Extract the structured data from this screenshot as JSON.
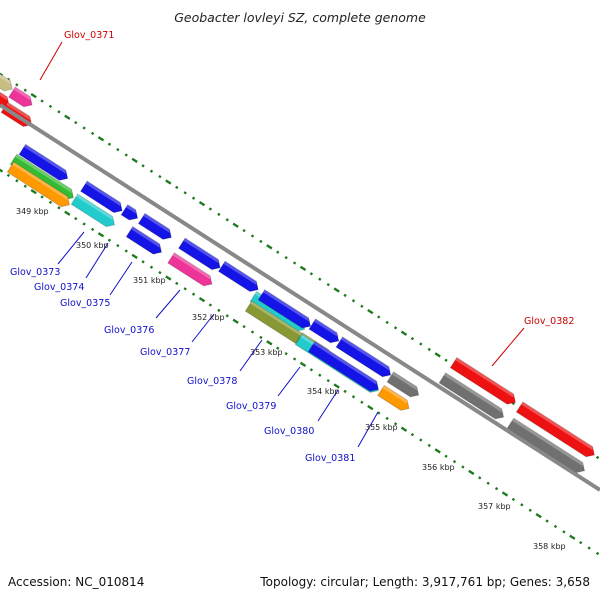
{
  "title": "Geobacter lovleyi SZ, complete genome",
  "footer": {
    "accession": "Accession: NC_010814",
    "topology": "Topology: circular; Length: 3,917,761 bp; Genes: 3,658"
  },
  "colors": {
    "backbone": "#888888",
    "tick": "#1e7a1e",
    "gene_label": "#1010cc",
    "highlight_label": "#cc0000",
    "scale_label": "#222222"
  },
  "scale_labels": [
    "349 kbp",
    "350 kbp",
    "351 kbp",
    "352 kbp",
    "353 kbp",
    "354 kbp",
    "355 kbp",
    "356 kbp",
    "357 kbp",
    "358 kbp"
  ],
  "gene_labels": [
    {
      "id": "glov-0371",
      "text": "Glov_0371",
      "highlight": true
    },
    {
      "id": "glov-0373",
      "text": "Glov_0373",
      "highlight": false
    },
    {
      "id": "glov-0374",
      "text": "Glov_0374",
      "highlight": false
    },
    {
      "id": "glov-0375",
      "text": "Glov_0375",
      "highlight": false
    },
    {
      "id": "glov-0376",
      "text": "Glov_0376",
      "highlight": false
    },
    {
      "id": "glov-0377",
      "text": "Glov_0377",
      "highlight": false
    },
    {
      "id": "glov-0378",
      "text": "Glov_0378",
      "highlight": false
    },
    {
      "id": "glov-0379",
      "text": "Glov_0379",
      "highlight": false
    },
    {
      "id": "glov-0380",
      "text": "Glov_0380",
      "highlight": false
    },
    {
      "id": "glov-0381",
      "text": "Glov_0381",
      "highlight": false
    },
    {
      "id": "glov-0382",
      "text": "Glov_0382",
      "highlight": true
    }
  ],
  "features": [
    {
      "name": "feature-tan",
      "color": "#c8bd82"
    },
    {
      "name": "feature-pink-top",
      "color": "#ee3399"
    },
    {
      "name": "feature-red-top-1",
      "color": "#ee1111"
    },
    {
      "name": "feature-red-top-2",
      "color": "#ee1111"
    },
    {
      "name": "feature-blue-1",
      "color": "#1414e6"
    },
    {
      "name": "feature-green",
      "color": "#33bb33"
    },
    {
      "name": "feature-orange-1",
      "color": "#ff9900"
    },
    {
      "name": "feature-blue-2",
      "color": "#1414e6"
    },
    {
      "name": "feature-cyan-1",
      "color": "#22cccc"
    },
    {
      "name": "feature-blue-3",
      "color": "#1414e6"
    },
    {
      "name": "feature-blue-4",
      "color": "#1414e6"
    },
    {
      "name": "feature-blue-5",
      "color": "#1414e6"
    },
    {
      "name": "feature-blue-6",
      "color": "#1414e6"
    },
    {
      "name": "feature-pink-mid",
      "color": "#ee3399"
    },
    {
      "name": "feature-blue-7",
      "color": "#1414e6"
    },
    {
      "name": "feature-cyan-2",
      "color": "#22cccc"
    },
    {
      "name": "feature-olive",
      "color": "#889933"
    },
    {
      "name": "feature-blue-8",
      "color": "#1414e6"
    },
    {
      "name": "feature-blue-9",
      "color": "#1414e6"
    },
    {
      "name": "feature-olive-2",
      "color": "#889933"
    },
    {
      "name": "feature-cyan-3",
      "color": "#22cccc"
    },
    {
      "name": "feature-blue-10",
      "color": "#1414e6"
    },
    {
      "name": "feature-blue-11",
      "color": "#1414e6"
    },
    {
      "name": "feature-grey-1",
      "color": "#707070"
    },
    {
      "name": "feature-orange-2",
      "color": "#ff9900"
    },
    {
      "name": "feature-red-1",
      "color": "#ee1111"
    },
    {
      "name": "feature-grey-2",
      "color": "#707070"
    },
    {
      "name": "feature-red-2",
      "color": "#ee1111"
    },
    {
      "name": "feature-grey-3",
      "color": "#707070"
    }
  ]
}
